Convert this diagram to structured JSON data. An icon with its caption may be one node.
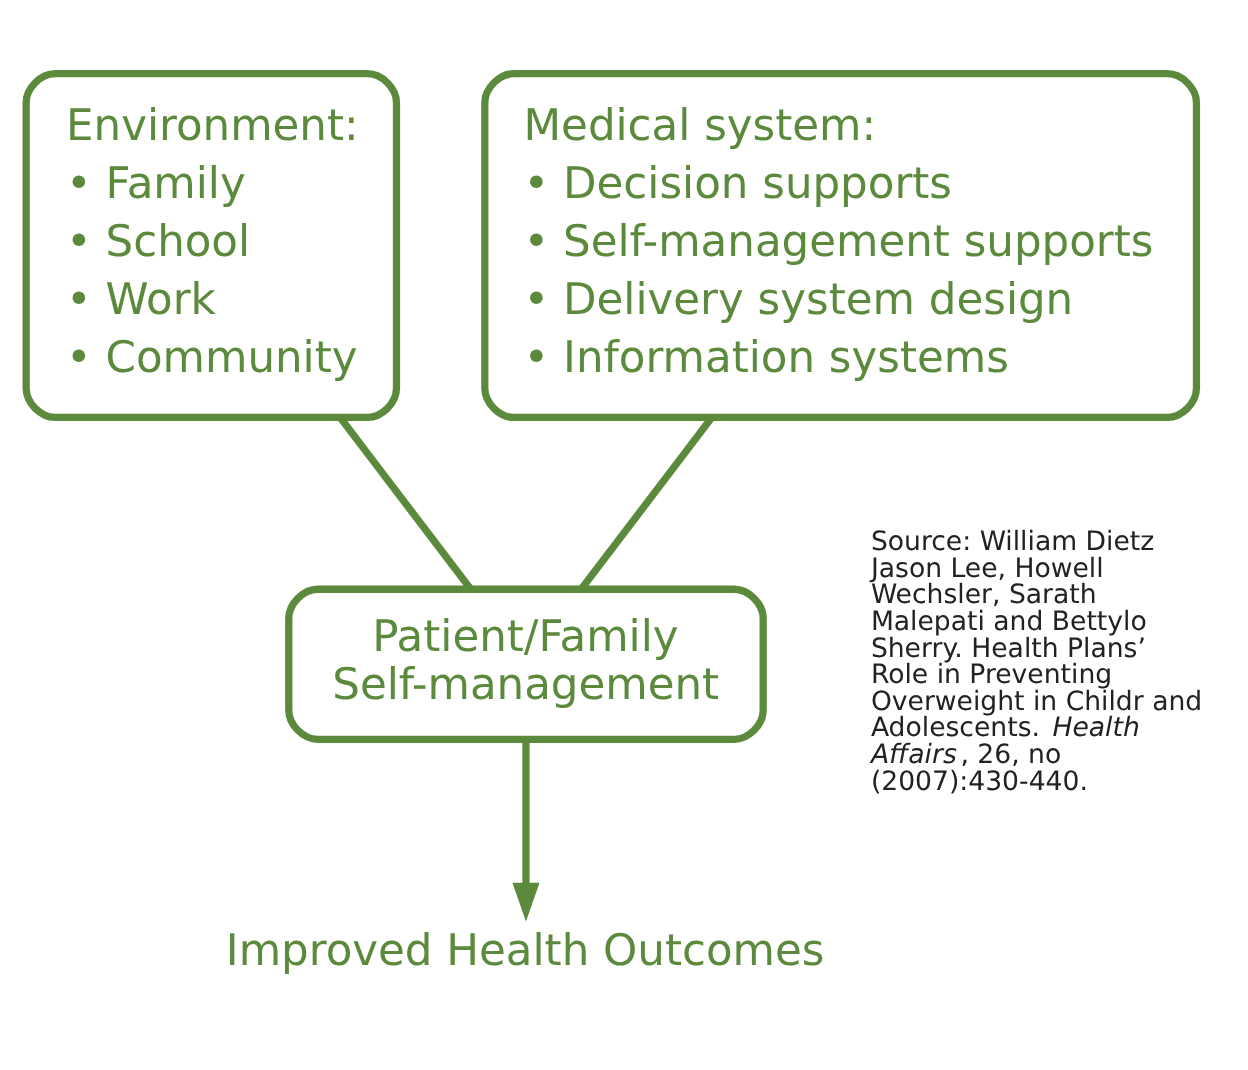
{
  "diagram": {
    "nodes": [
      {
        "text": [
          "Environment:",
          "• Family",
          "• School",
          "• Work",
          "• Community"
        ]
      },
      {
        "text": [
          "Medical system:",
          "• Decision supports",
          "• Self-management supports",
          "• Delivery system design",
          "• Information systems"
        ]
      },
      {
        "text": [
          "Patient/Family Self-management"
        ]
      },
      {
        "text": [
          "Improved Health Outcomes"
        ]
      }
    ],
    "edges": [
      {
        "from": 0,
        "to": 2,
        "arrow": "none"
      },
      {
        "from": 1,
        "to": 2,
        "arrow": "none"
      },
      {
        "from": 2,
        "to": 3,
        "arrow": "to"
      }
    ],
    "labels": [
      "Source: William Dietz Jason Lee, Howell Wechsler, Sarath Malepati and Bettylo Sherry. Health Plans’ Role in Preventing Overweight in Childr and Adolescents. *Health Affairs*, 26, no (2007):430-440."
    ]
  }
}
